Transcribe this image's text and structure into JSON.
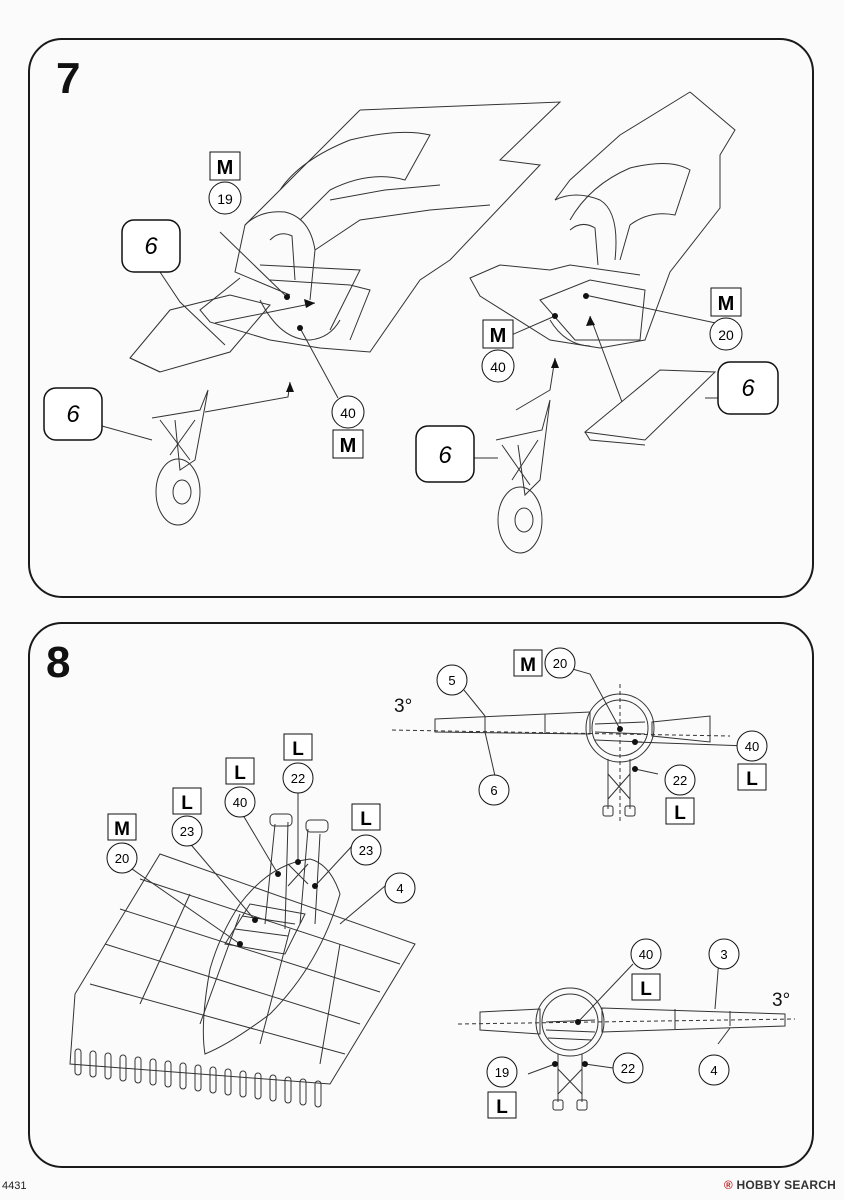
{
  "steps": [
    {
      "number": "7",
      "callouts": {
        "ref_box_left_top": "6",
        "ref_box_left_gear": "6",
        "ref_box_right_gear": "6",
        "ref_box_right_flap": "6",
        "left_sprue_top": "M",
        "left_part_top": "19",
        "left_part_bottom": "40",
        "left_sprue_bottom": "M",
        "right_sprue_left": "M",
        "right_part_left": "40",
        "right_sprue_right": "M",
        "right_part_right": "20"
      }
    },
    {
      "number": "8",
      "callouts": {
        "iso_sprue_m": "M",
        "iso_part_20": "20",
        "iso_sprue_l1": "L",
        "iso_part_23a": "23",
        "iso_sprue_l2": "L",
        "iso_part_40": "40",
        "iso_sprue_l3": "L",
        "iso_part_22": "22",
        "iso_sprue_l4": "L",
        "iso_part_23b": "23",
        "iso_part_4": "4",
        "front_sprue_m": "M",
        "front_part_20": "20",
        "front_part_5": "5",
        "front_angle": "3°",
        "front_part_6": "6",
        "front_part_40": "40",
        "front_sprue_l_a": "L",
        "front_part_22": "22",
        "front_sprue_l_b": "L",
        "rear_part_40": "40",
        "rear_sprue_l": "L",
        "rear_part_3": "3",
        "rear_angle": "3°",
        "rear_part_19": "19",
        "rear_sprue_l_b": "L",
        "rear_part_22": "22",
        "rear_part_4": "4"
      }
    }
  ],
  "footer": {
    "catalog_code": "4431",
    "watermark_brand": "HOBBY SEARCH",
    "watermark_glyph": "®"
  }
}
